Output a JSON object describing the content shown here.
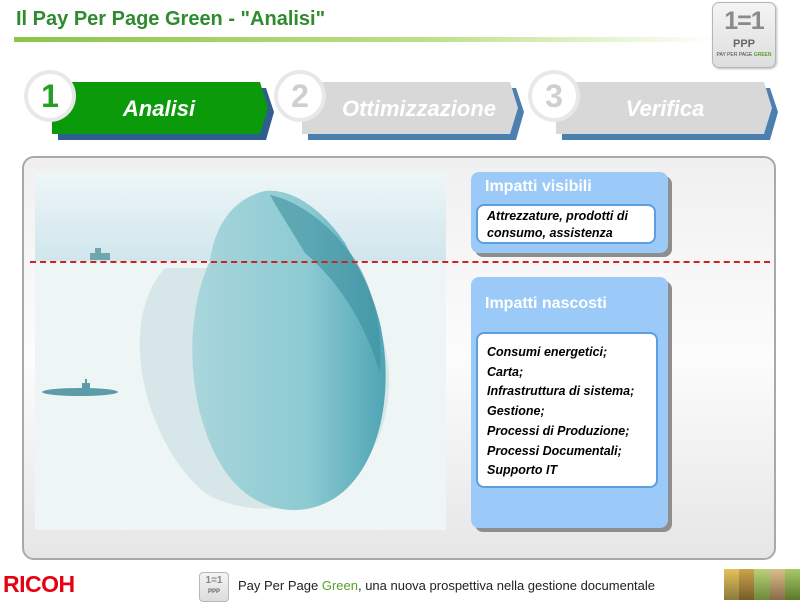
{
  "header": {
    "title": "Il Pay Per Page Green - \"Analisi\"",
    "logo": {
      "big": "1=1",
      "ppp": "PPP",
      "small_a": "PAY PER PAGE",
      "small_b": "GREEN"
    }
  },
  "steps": [
    {
      "number": "1",
      "label": "Analisi",
      "active": true,
      "color": "#0a9a0a"
    },
    {
      "number": "2",
      "label": "Ottimizzazione",
      "active": false,
      "color": "#d8d8d8"
    },
    {
      "number": "3",
      "label": "Verifica",
      "active": false,
      "color": "#d8d8d8"
    }
  ],
  "visible_impacts": {
    "title": "Impatti visibili",
    "lines": [
      "Attrezzature, prodotti di",
      "consumo, assistenza"
    ]
  },
  "hidden_impacts": {
    "title": "Impatti nascosti",
    "items": [
      "Consumi energetici;",
      "Carta;",
      "Infrastruttura di sistema;",
      "Gestione;",
      "Processi di Produzione;",
      "Processi Documentali;",
      "Supporto IT"
    ]
  },
  "footer": {
    "brand": "RICOH",
    "mini_logo": "1=1",
    "mini_logo_sub": "PPP",
    "tagline_a": "Pay Per Page ",
    "tagline_green": "Green",
    "tagline_b": ", una nuova prospettiva nella gestione documentale"
  },
  "colors": {
    "title_green": "#2e8b2e",
    "active_step": "#0a9a0a",
    "inactive_step": "#d8d8d8",
    "impact_box": "#9ccaf8",
    "waterline": "#d22020",
    "brand_red": "#e60012"
  }
}
